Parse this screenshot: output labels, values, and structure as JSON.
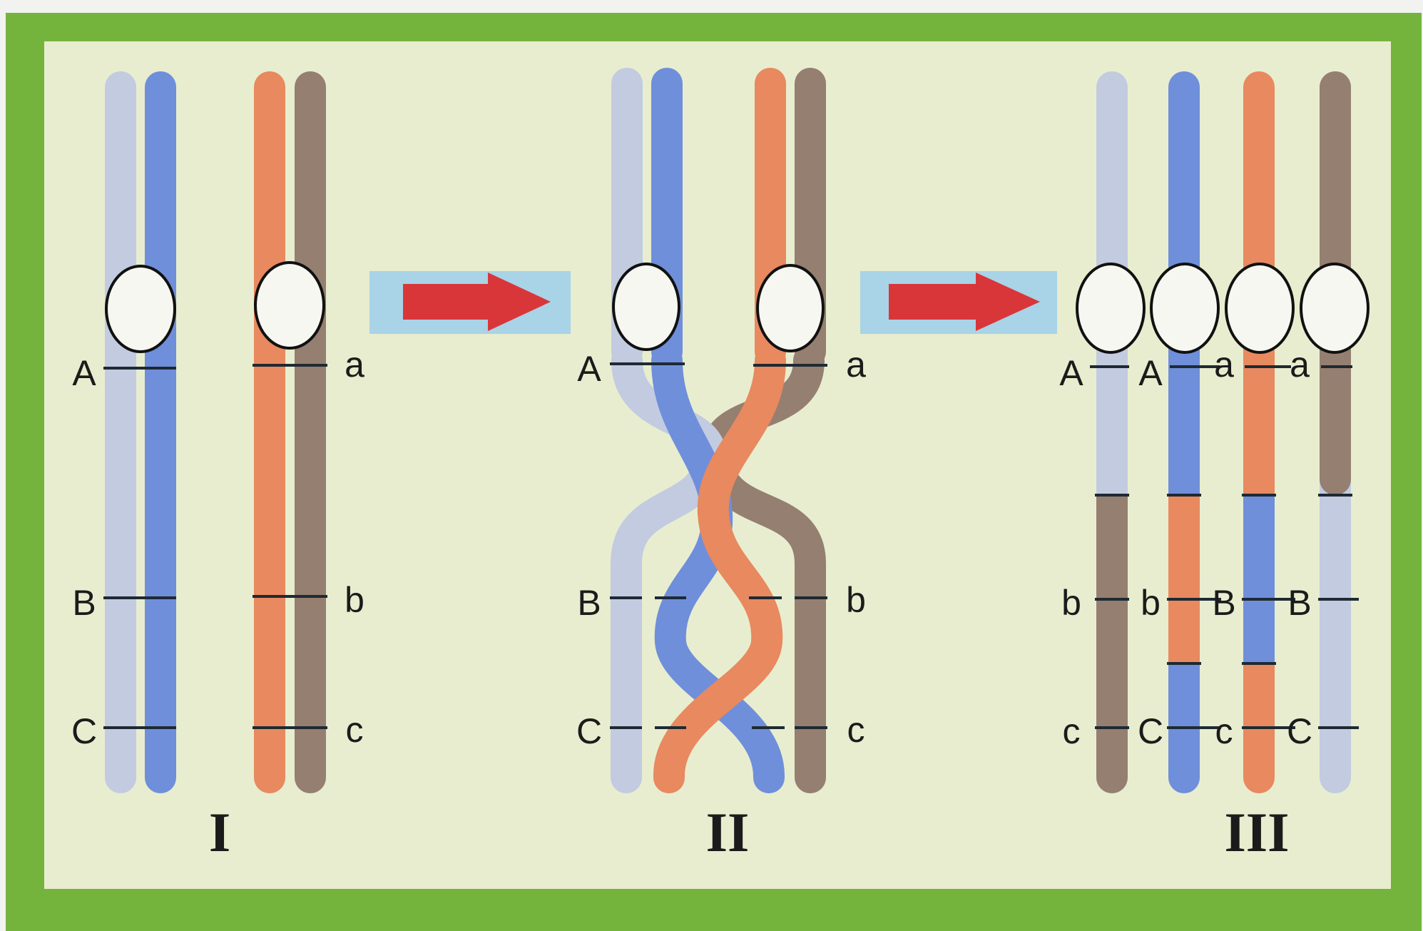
{
  "colors": {
    "light_blue": "#c2cbe0",
    "blue": "#6f8fdb",
    "orange": "#e8895f",
    "brown": "#957f71",
    "frame_green": "#75b43c",
    "panel_bg": "#e8edcf",
    "arrow_red": "#d9363a",
    "arrow_box": "#a9d3e6",
    "centromere_fill": "#f7f7f2",
    "gene_line": "#1e2a33"
  },
  "stages": [
    "I",
    "II",
    "III"
  ],
  "stage_I": {
    "left_labels": [
      "A",
      "B",
      "C"
    ],
    "right_labels": [
      "a",
      "b",
      "c"
    ]
  },
  "stage_II": {
    "left_labels": [
      "A",
      "B",
      "C"
    ],
    "right_labels": [
      "a",
      "b",
      "c"
    ]
  },
  "stage_III": {
    "chromatid_1": [
      "A",
      "b",
      "c"
    ],
    "chromatid_2": [
      "A",
      "b",
      "C"
    ],
    "chromatid_3": [
      "a",
      "B",
      "c"
    ],
    "chromatid_4": [
      "a",
      "B",
      "C"
    ]
  },
  "arrows": [
    "stage-I-to-II",
    "stage-II-to-III"
  ]
}
